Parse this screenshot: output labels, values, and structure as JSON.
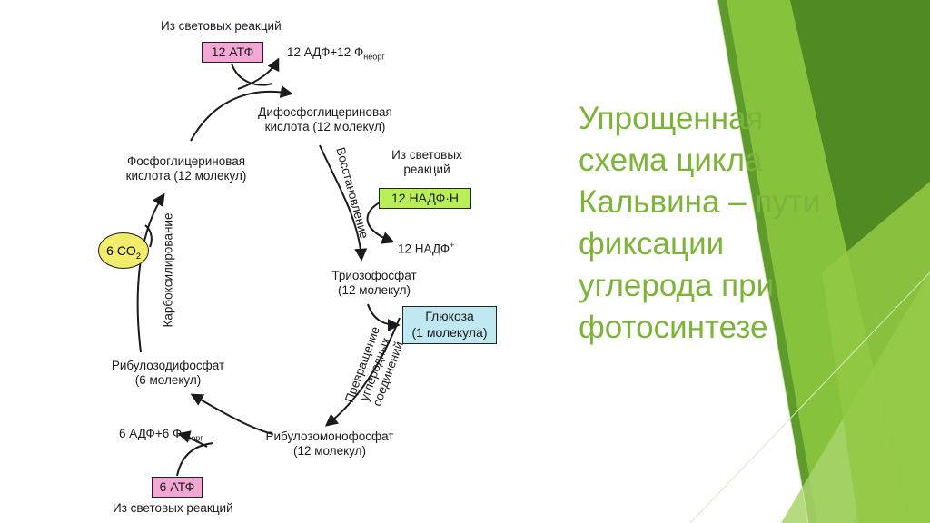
{
  "slide": {
    "title": "Упрощенная схема цикла Кальвина – пути фиксации углерода при фотосинтезе",
    "accent_color": "#7db33a"
  },
  "diagram": {
    "top_source": "Из световых реакций",
    "atp12": "12 АТФ",
    "adp12_main": "12 АДФ+12 Ф",
    "adp12_sub": "неорг",
    "dpga_line1": "Дифосфоглицериновая",
    "dpga_line2": "кислота (12 молекул)",
    "pga_line1": "Фосфоглицериновая",
    "pga_line2": "кислота (12 молекул)",
    "mid_source_line1": "Из световых",
    "mid_source_line2": "реакций",
    "reduction": "Восстановление",
    "nadph12": "12 НАДФ·Н",
    "nadp12_main": "12 НАДФ",
    "nadp12_sup": "+",
    "co2_main": "6 CO",
    "co2_sub": "2",
    "carboxylation": "Карбоксилирование",
    "triose_line1": "Триозофосфат",
    "triose_line2": "(12 молекул)",
    "glucose_line1": "Глюкоза",
    "glucose_line2": "(1 молекула)",
    "conversion_line1": "Превращение",
    "conversion_line2": "углеродных",
    "conversion_line3": "соединений",
    "rudp_line1": "Рибулозодифосфат",
    "rudp_line2": "(6 молекул)",
    "adp6_main": "6 АДФ+6 Ф",
    "adp6_sub": "неорг",
    "rump_line1": "Рибулозомонофосфат",
    "rump_line2": "(12 молекул)",
    "atp6": "6 АТФ",
    "bottom_source": "Из световых реакций"
  }
}
